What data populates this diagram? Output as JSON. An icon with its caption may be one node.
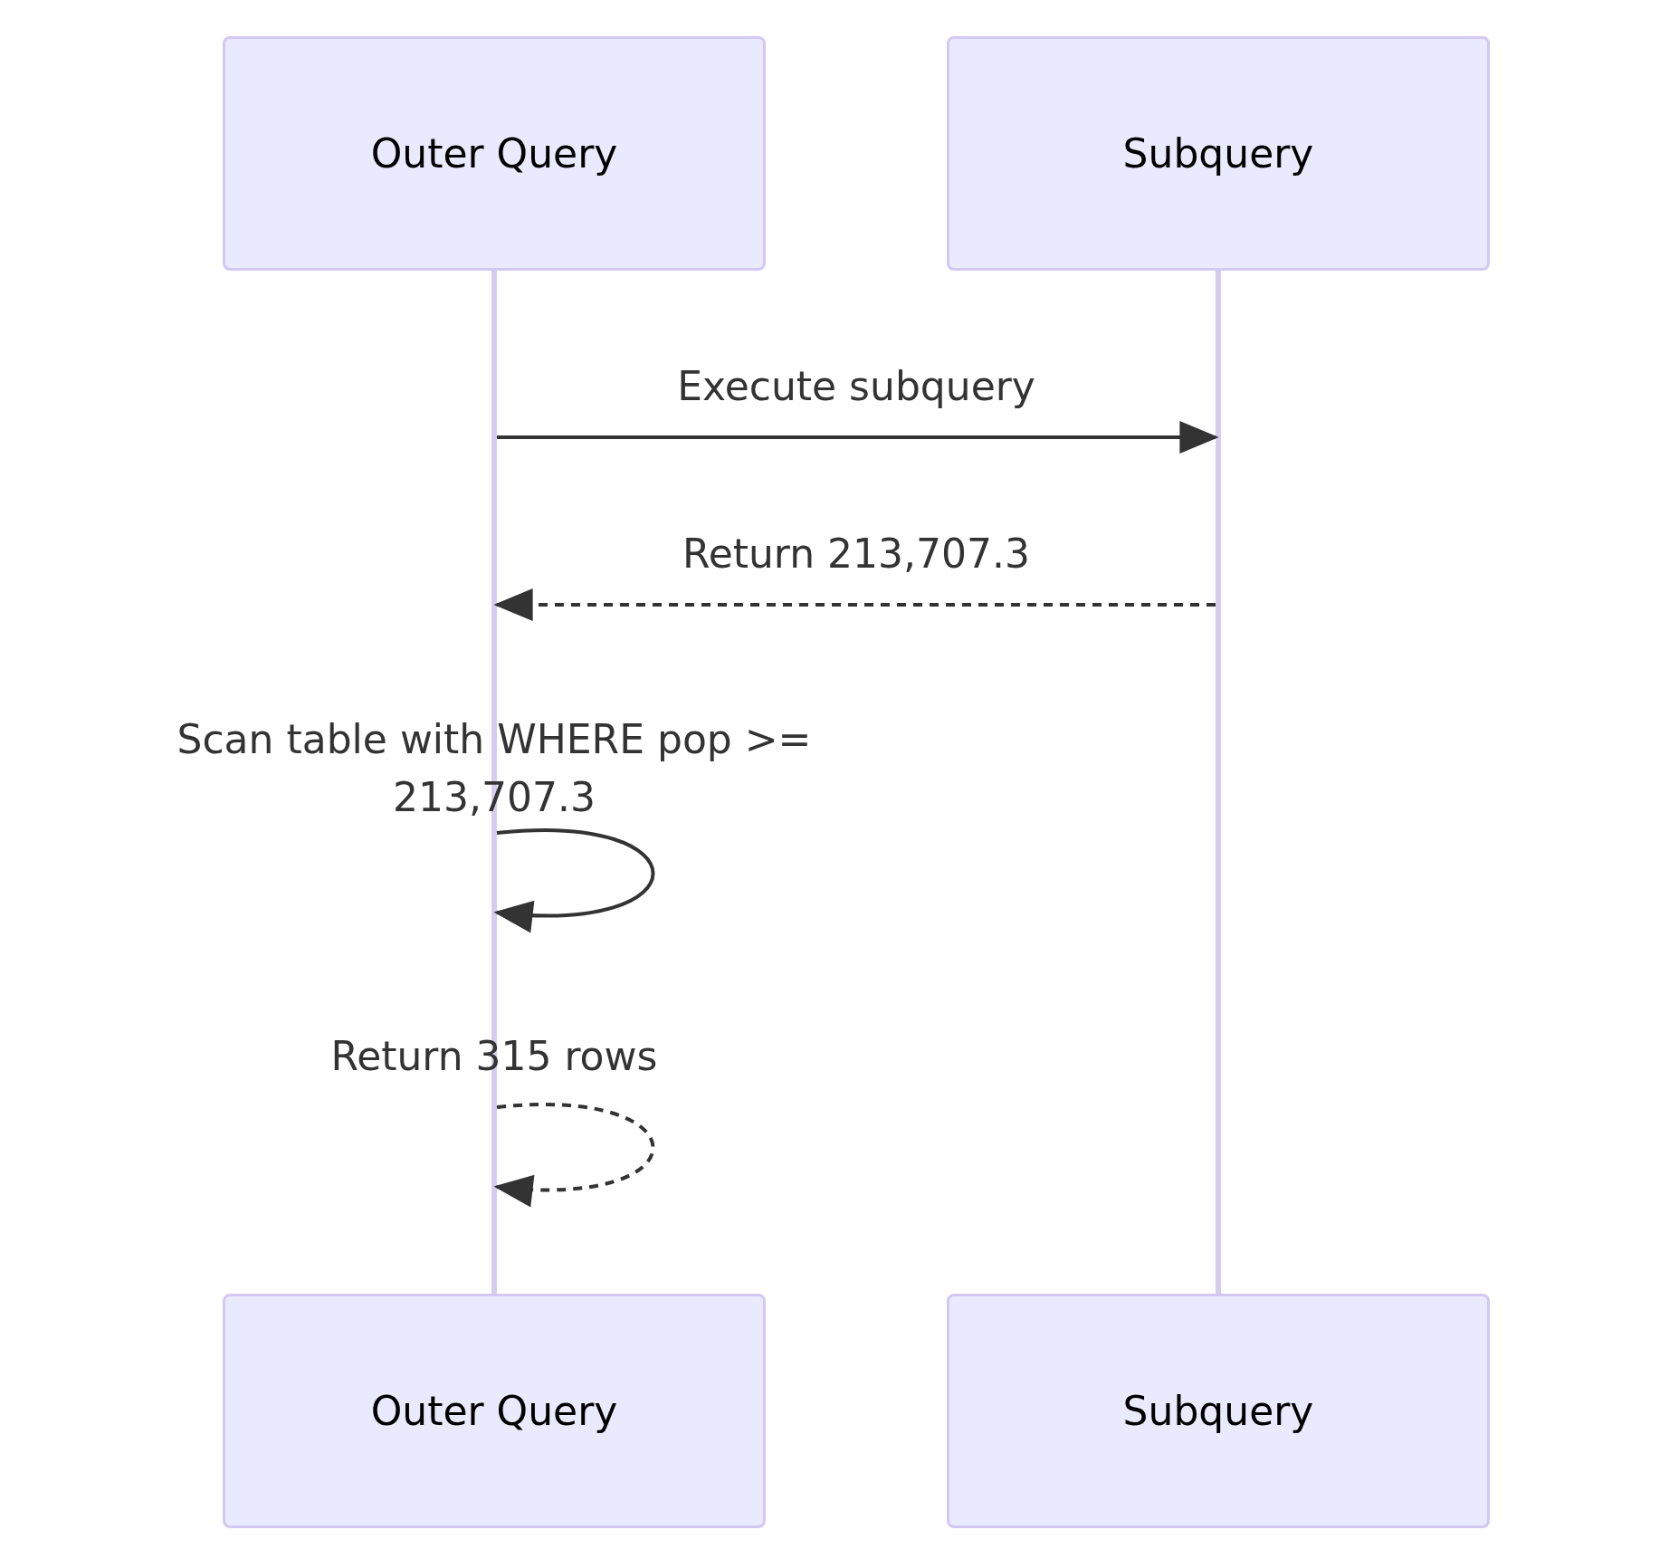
{
  "diagram": {
    "nodes": [
      {
        "text": [
          "Outer Query"
        ]
      },
      {
        "text": [
          "Subquery"
        ]
      },
      {
        "text": [],
        "shape": "bar"
      },
      {
        "text": [],
        "shape": "bar"
      },
      {
        "text": [
          "Outer Query"
        ]
      },
      {
        "text": [
          "Subquery"
        ]
      }
    ],
    "edges": [
      {
        "from": 2,
        "to": 3,
        "label": "Execute subquery",
        "arrow": "to"
      },
      {
        "from": 3,
        "to": 2,
        "label": "Return 213,707.3",
        "arrow": "to",
        "style": "dashed"
      },
      {
        "from": 2,
        "to": 2,
        "label": "Scan table with WHERE pop >= 213,707.3",
        "arrow": "to"
      },
      {
        "from": 2,
        "to": 2,
        "label": "Return 315 rows",
        "arrow": "to",
        "style": "dashed"
      }
    ]
  }
}
